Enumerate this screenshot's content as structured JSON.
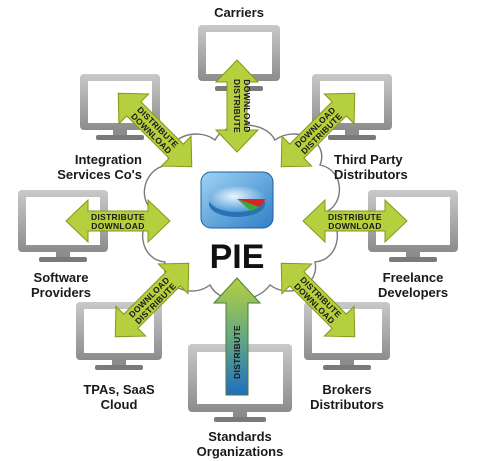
{
  "center": {
    "name": "PIE",
    "logo_icon": "pie-chart-logo-icon"
  },
  "arrow_labels": {
    "distribute": "DISTRIBUTE",
    "download": "DOWNLOAD"
  },
  "nodes": {
    "carriers": [
      "Carriers"
    ],
    "third_party": [
      "Third Party",
      "Distributors"
    ],
    "freelance": [
      "Freelance",
      "Developers"
    ],
    "brokers": [
      "Brokers",
      "Distributors"
    ],
    "standards": [
      "Standards",
      "Organizations"
    ],
    "tpas": [
      "TPAs, SaaS",
      "Cloud"
    ],
    "software": [
      "Software",
      "Providers"
    ],
    "integration": [
      "Integration",
      "Services Co's"
    ]
  },
  "colors": {
    "arrow_fill": "#b5cf3e",
    "arrow_stroke": "#7f9a1a",
    "monitor_frame": "#9a9a9a",
    "monitor_screen": "#ffffff",
    "cloud_stroke": "#7a7a7a",
    "standards_arrow_top": "#b5cf3e",
    "standards_arrow_bottom": "#1e6fc0"
  }
}
